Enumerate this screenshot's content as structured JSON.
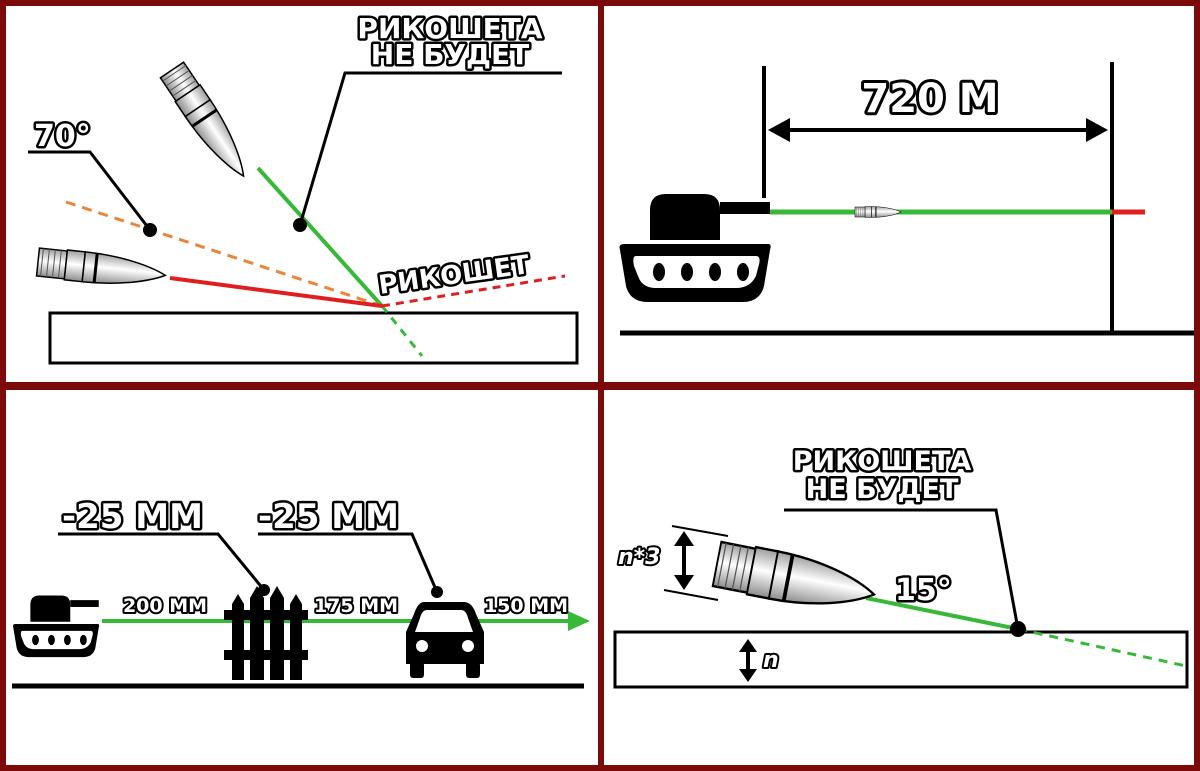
{
  "colors": {
    "frame": "#7d0a0a",
    "panel": "#ffffff",
    "ink": "#000000",
    "green": "#38b838",
    "red": "#e01e1e",
    "orange": "#e8863a"
  },
  "panel_ricochet": {
    "no_ricochet_line1": "РИКОШЕТА",
    "no_ricochet_line2": "НЕ БУДЕТ",
    "angle_label": "70°",
    "ricochet_label": "РИКОШЕТ"
  },
  "panel_range": {
    "distance_label": "720 М"
  },
  "panel_penetration": {
    "loss_label_1": "-25 ММ",
    "loss_label_2": "-25 ММ",
    "segment_1": "200 ММ",
    "segment_2": "175 ММ",
    "segment_3": "150 ММ"
  },
  "panel_caliber": {
    "no_ricochet_line1": "РИКОШЕТА",
    "no_ricochet_line2": "НЕ БУДЕТ",
    "angle_label": "15°",
    "caliber_label": "n*3",
    "armor_label": "n"
  }
}
